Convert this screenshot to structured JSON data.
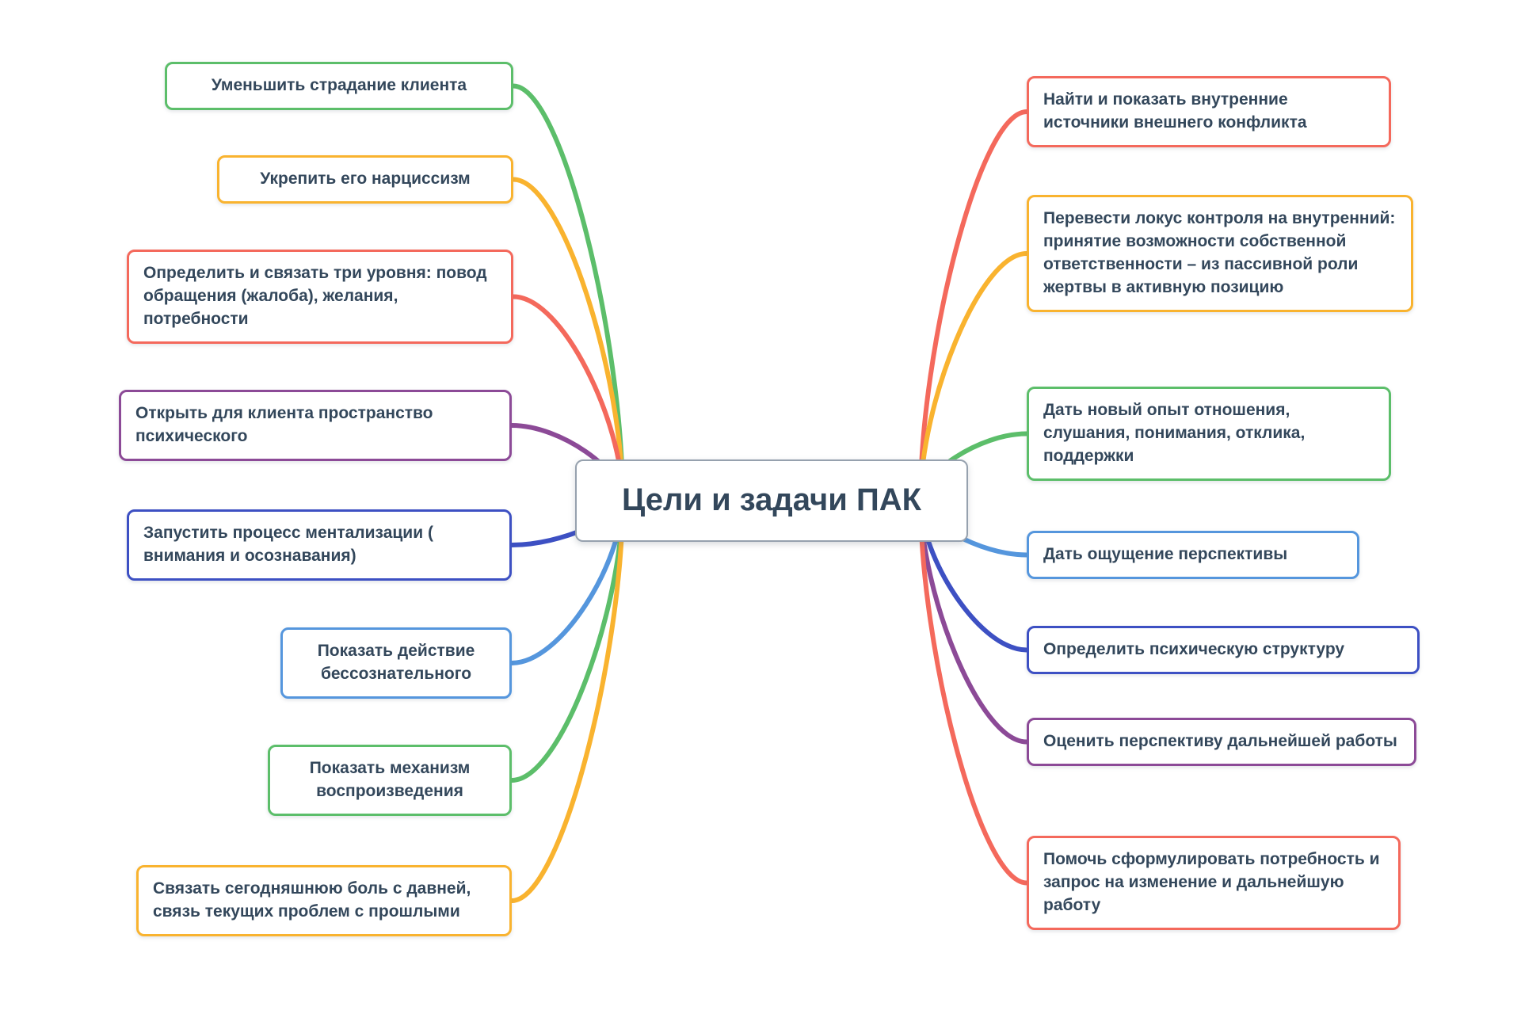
{
  "center": {
    "label": "Цели и задачи ПАК",
    "border_color": "#96A1AE",
    "text_color": "#33475B"
  },
  "branches": [
    {
      "side": "left",
      "label": "Уменьшить страдание клиента",
      "color": "#5CBE6A"
    },
    {
      "side": "left",
      "label": "Укрепить его нарциссизм",
      "color": "#F9B32F"
    },
    {
      "side": "left",
      "label": "Определить и связать три уровня: повод обращения (жалоба), желания, потребности",
      "color": "#F4695C"
    },
    {
      "side": "left",
      "label": "Открыть для клиента пространство психического",
      "color": "#8C4A97"
    },
    {
      "side": "left",
      "label": "Запустить процесс ментализации ( внимания и осознавания)",
      "color": "#3D50C3"
    },
    {
      "side": "left",
      "label": "Показать действие бессознательного",
      "color": "#5596DD"
    },
    {
      "side": "left",
      "label": "Показать механизм воспроизведения",
      "color": "#5CBE6A"
    },
    {
      "side": "left",
      "label": "Связать сегодняшнюю боль с давней, связь текущих проблем с прошлыми",
      "color": "#F9B32F"
    },
    {
      "side": "right",
      "label": "Найти и показать внутренние источники внешнего конфликта",
      "color": "#F4695C"
    },
    {
      "side": "right",
      "label": "Перевести локус контроля на внутренний: принятие возможности собственной ответственности – из пассивной роли жертвы в активную позицию",
      "color": "#F9B32F"
    },
    {
      "side": "right",
      "label": "Дать новый опыт отношения, слушания, понимания, отклика, поддержки",
      "color": "#5CBE6A"
    },
    {
      "side": "right",
      "label": "Дать ощущение перспективы",
      "color": "#5596DD"
    },
    {
      "side": "right",
      "label": "Определить психическую структуру",
      "color": "#3D50C3"
    },
    {
      "side": "right",
      "label": "Оценить перспективу дальнейшей работы",
      "color": "#8C4A97"
    },
    {
      "side": "right",
      "label": "Помочь сформулировать потребность и запрос на изменение и дальнейшую работу",
      "color": "#F4695C"
    }
  ]
}
